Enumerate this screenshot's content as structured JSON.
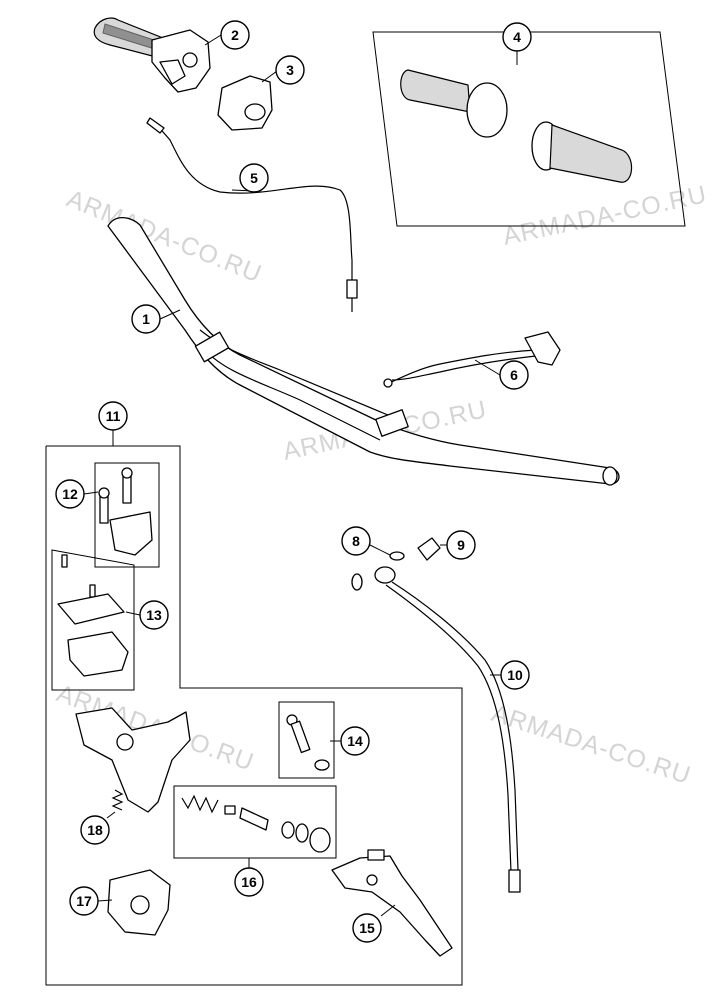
{
  "watermarks": [
    "ARMADA-CO.RU",
    "ARMADA-CO.RU",
    "ARMADA-CO.RU",
    "ARMADA-CO.RU",
    "ARMADA-CO.RU"
  ],
  "callouts": [
    "1",
    "2",
    "3",
    "4",
    "5",
    "6",
    "8",
    "9",
    "10",
    "11",
    "12",
    "13",
    "14",
    "15",
    "16",
    "17",
    "18"
  ],
  "colors": {
    "line": "#000000",
    "watermark": "#d4d4d4",
    "fill": "#ffffff"
  }
}
